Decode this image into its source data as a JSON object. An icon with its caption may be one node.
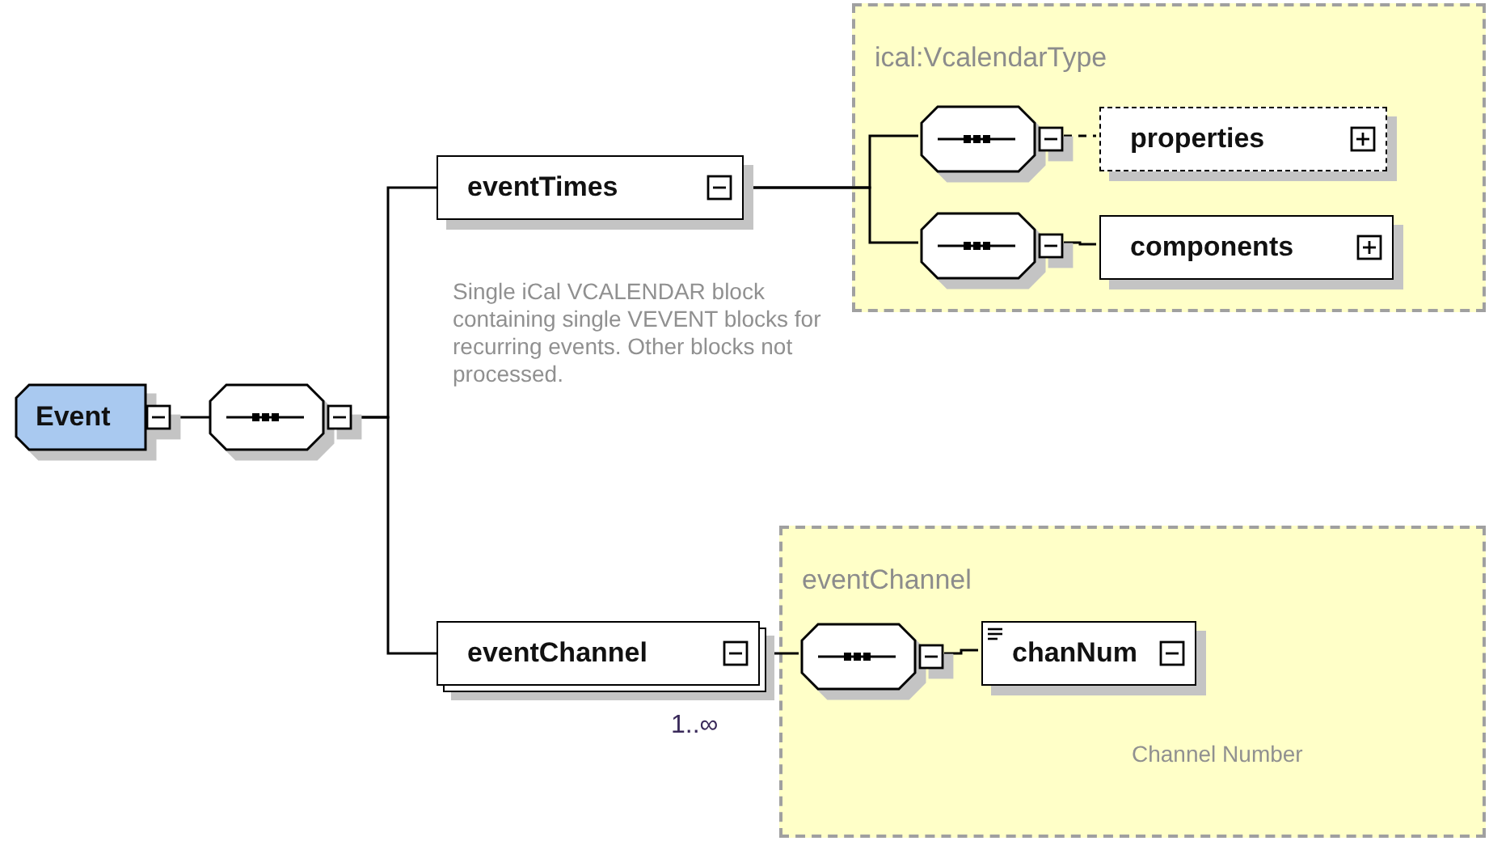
{
  "diagram": {
    "nodes": [
      {
        "text": [
          "Event"
        ]
      },
      {
        "text": [],
        "shape": "octagon"
      },
      {
        "text": [
          "eventTimes"
        ],
        "beside": [
          "Single iCal VCALENDAR block containing single VEVENT blocks for recurring events. Other blocks not processed."
        ]
      },
      {
        "text": [
          "ical:VcalendarType"
        ]
      },
      {
        "text": [],
        "shape": "octagon",
        "in": 3
      },
      {
        "text": [
          "properties"
        ],
        "in": 3
      },
      {
        "text": [],
        "shape": "octagon",
        "in": 3
      },
      {
        "text": [
          "components"
        ],
        "in": 3
      },
      {
        "text": [
          "eventChannel"
        ],
        "beside": [
          "1..∞"
        ]
      },
      {
        "text": [
          "eventChannel"
        ]
      },
      {
        "text": [],
        "shape": "octagon",
        "in": 9
      },
      {
        "text": [
          "chanNum"
        ],
        "in": 9,
        "beside": [
          "Channel Number"
        ]
      }
    ],
    "edges": [
      {
        "from": 0,
        "to": 1,
        "arrow": "none"
      },
      {
        "from": 1,
        "to": 2,
        "arrow": "none"
      },
      {
        "from": 1,
        "to": 8,
        "arrow": "none"
      },
      {
        "from": 2,
        "to": 4,
        "arrow": "none"
      },
      {
        "from": 2,
        "to": 6,
        "arrow": "none"
      },
      {
        "from": 4,
        "to": 5,
        "arrow": "none",
        "style": "dashed"
      },
      {
        "from": 6,
        "to": 7,
        "arrow": "none"
      },
      {
        "from": 8,
        "to": 10,
        "arrow": "none"
      },
      {
        "from": 10,
        "to": 11,
        "arrow": "none"
      }
    ]
  }
}
